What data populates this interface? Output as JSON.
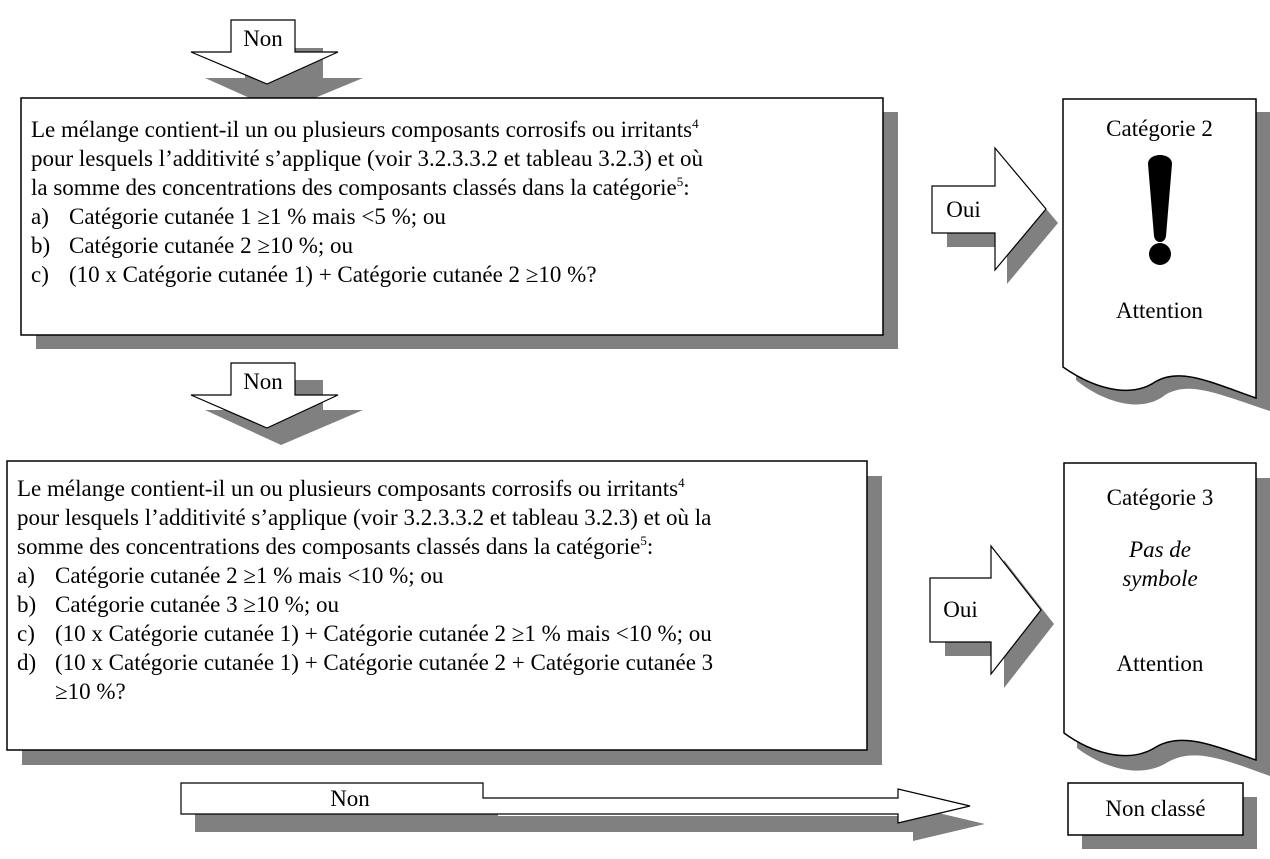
{
  "arrows": {
    "non_top": "Non",
    "non_mid": "Non",
    "non_bottom": "Non",
    "oui_1": "Oui",
    "oui_2": "Oui"
  },
  "question1": {
    "line1_text": "Le mélange contient-il un ou plusieurs composants corrosifs ou irritants",
    "line1_sup": "4",
    "line2": "pour lesquels l’additivité s’applique (voir 3.2.3.3.2 et tableau 3.2.3) et où",
    "line3_text": "la somme des concentrations des composants classés dans la catégorie",
    "line3_sup": "5",
    "line3_end": ":",
    "items": [
      {
        "label": "a)",
        "text": "Catégorie cutanée 1 ≥1 % mais <5 %; ou"
      },
      {
        "label": "b)",
        "text": "Catégorie cutanée 2 ≥10 %; ou"
      },
      {
        "label": "c)",
        "text": "(10 x Catégorie cutanée 1) + Catégorie cutanée 2 ≥10 %?"
      }
    ]
  },
  "question2": {
    "line1_text": "Le mélange contient-il un ou plusieurs composants corrosifs ou irritants",
    "line1_sup": "4",
    "line2": "pour lesquels l’additivité s’applique (voir 3.2.3.3.2 et tableau 3.2.3) et où la",
    "line3_text": "somme des concentrations des composants classés dans la catégorie",
    "line3_sup": "5",
    "line3_end": ":",
    "items": [
      {
        "label": "a)",
        "text": "Catégorie cutanée 2 ≥1 % mais <10 %; ou"
      },
      {
        "label": "b)",
        "text": "Catégorie cutanée 3 ≥10 %; ou"
      },
      {
        "label": "c)",
        "text": "(10 x Catégorie cutanée 1) + Catégorie cutanée 2 ≥1 % mais <10 %; ou"
      },
      {
        "label": "d)",
        "text": "(10 x Catégorie cutanée 1) + Catégorie cutanée 2 + Catégorie cutanée 3"
      }
    ],
    "item_d_cont": "≥10 %?"
  },
  "result_cat2": {
    "title": "Catégorie 2",
    "signal": "Attention",
    "pictogram": "exclamation-mark-icon"
  },
  "result_cat3": {
    "title": "Catégorie 3",
    "symbol_line1": "Pas de",
    "symbol_line2": "symbole",
    "signal": "Attention"
  },
  "result_none": {
    "label": "Non classé"
  }
}
